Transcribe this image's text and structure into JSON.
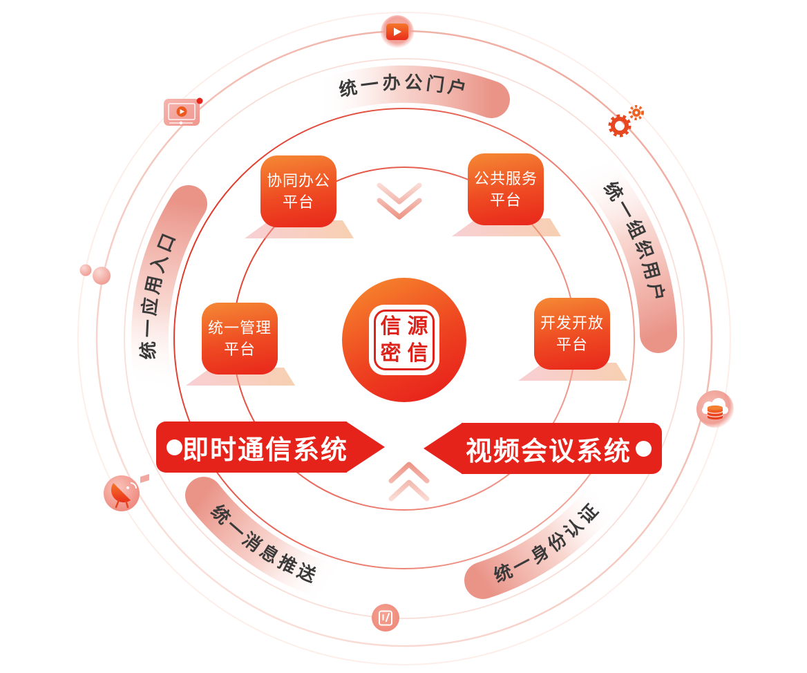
{
  "brand": {
    "name": "信源密信",
    "seal_chars": [
      "信",
      "源",
      "密",
      "信"
    ]
  },
  "platforms": [
    {
      "line1": "协同办公",
      "line2": "平台"
    },
    {
      "line1": "公共服务",
      "line2": "平台"
    },
    {
      "line1": "统一管理",
      "line2": "平台"
    },
    {
      "line1": "开发开放",
      "line2": "平台"
    }
  ],
  "banners": {
    "left": "即时通信系统",
    "right": "视频会议系统"
  },
  "ring_labels": {
    "top": "统一办公门户",
    "right": "统一组织用户",
    "bottom_right": "统一身份认证",
    "bottom_left": "统一消息推送",
    "left": "统一应用入口"
  },
  "icons": [
    "video-play",
    "media-player",
    "gears",
    "cloud-database",
    "satellite-dish",
    "note",
    "decor-dots"
  ],
  "colors": {
    "primary_red": "#e5231b",
    "box_orange": "#f58a35",
    "band_pink": "#ea9488",
    "ring_red": "#e03422",
    "ring_pale_pink": "#f5c9c1",
    "label_text": "#3a3a3a"
  }
}
